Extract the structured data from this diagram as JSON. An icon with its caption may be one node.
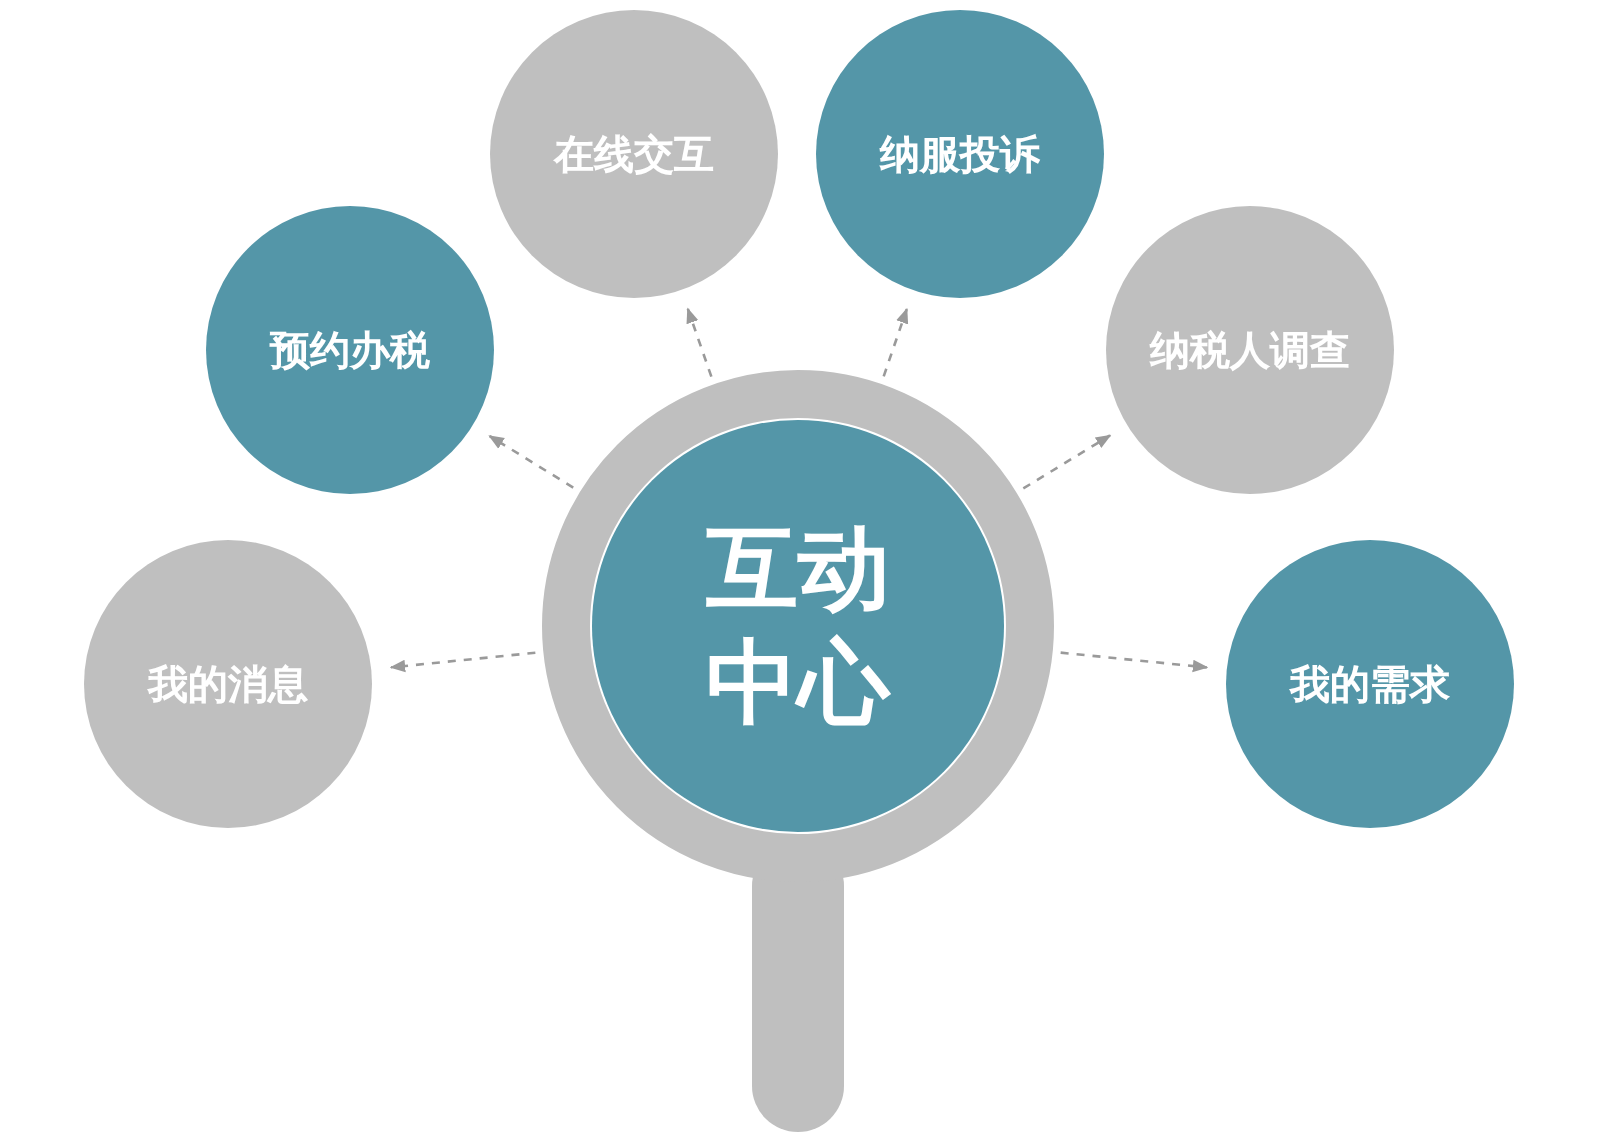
{
  "diagram": {
    "nodes": [
      {
        "text": [
          "互动中心"
        ]
      },
      {
        "text": [
          "我的消息"
        ]
      },
      {
        "text": [
          "预约办税"
        ]
      },
      {
        "text": [
          "在线交互"
        ]
      },
      {
        "text": [
          "纳服投诉"
        ]
      },
      {
        "text": [
          "纳税人调查"
        ]
      },
      {
        "text": [
          "我的需求"
        ]
      }
    ],
    "edges": [
      {
        "from": 0,
        "to": 1,
        "arrow": "to",
        "style": "dashed"
      },
      {
        "from": 0,
        "to": 2,
        "arrow": "to",
        "style": "dashed"
      },
      {
        "from": 0,
        "to": 3,
        "arrow": "to",
        "style": "dashed"
      },
      {
        "from": 0,
        "to": 4,
        "arrow": "to",
        "style": "dashed"
      },
      {
        "from": 0,
        "to": 5,
        "arrow": "to",
        "style": "dashed"
      },
      {
        "from": 0,
        "to": 6,
        "arrow": "to",
        "style": "dashed"
      }
    ]
  }
}
